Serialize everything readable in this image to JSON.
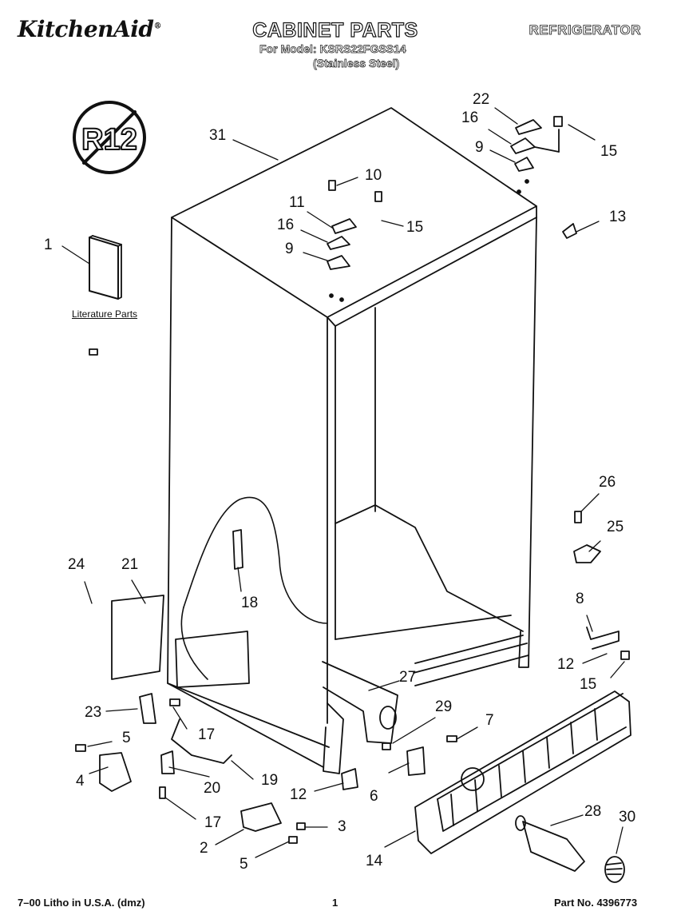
{
  "header": {
    "brand": "KitchenAid",
    "brand_mark": "®",
    "title": "CABINET PARTS",
    "model_line": "For Model: KSRS22FGSS14",
    "finish_line": "(Stainless Steel)",
    "category": "REFRIGERATOR"
  },
  "badge": {
    "text": "R12"
  },
  "literature_label": "Literature Parts",
  "callouts": {
    "c1": "1",
    "c2": "2",
    "c3": "3",
    "c4": "4",
    "c5a": "5",
    "c5b": "5",
    "c6": "6",
    "c7": "7",
    "c8": "8",
    "c9a": "9",
    "c9b": "9",
    "c10": "10",
    "c11": "11",
    "c12a": "12",
    "c12b": "12",
    "c13": "13",
    "c14": "14",
    "c15a": "15",
    "c15b": "15",
    "c15c": "15",
    "c16a": "16",
    "c16b": "16",
    "c17a": "17",
    "c17b": "17",
    "c18": "18",
    "c19": "19",
    "c20": "20",
    "c21": "21",
    "c22": "22",
    "c23": "23",
    "c24": "24",
    "c25": "25",
    "c26": "26",
    "c27": "27",
    "c28": "28",
    "c29": "29",
    "c30": "30",
    "c31": "31"
  },
  "footer": {
    "litho": "7–00 Litho in U.S.A. (dmz)",
    "page": "1",
    "part_no": "Part No. 4396773"
  }
}
